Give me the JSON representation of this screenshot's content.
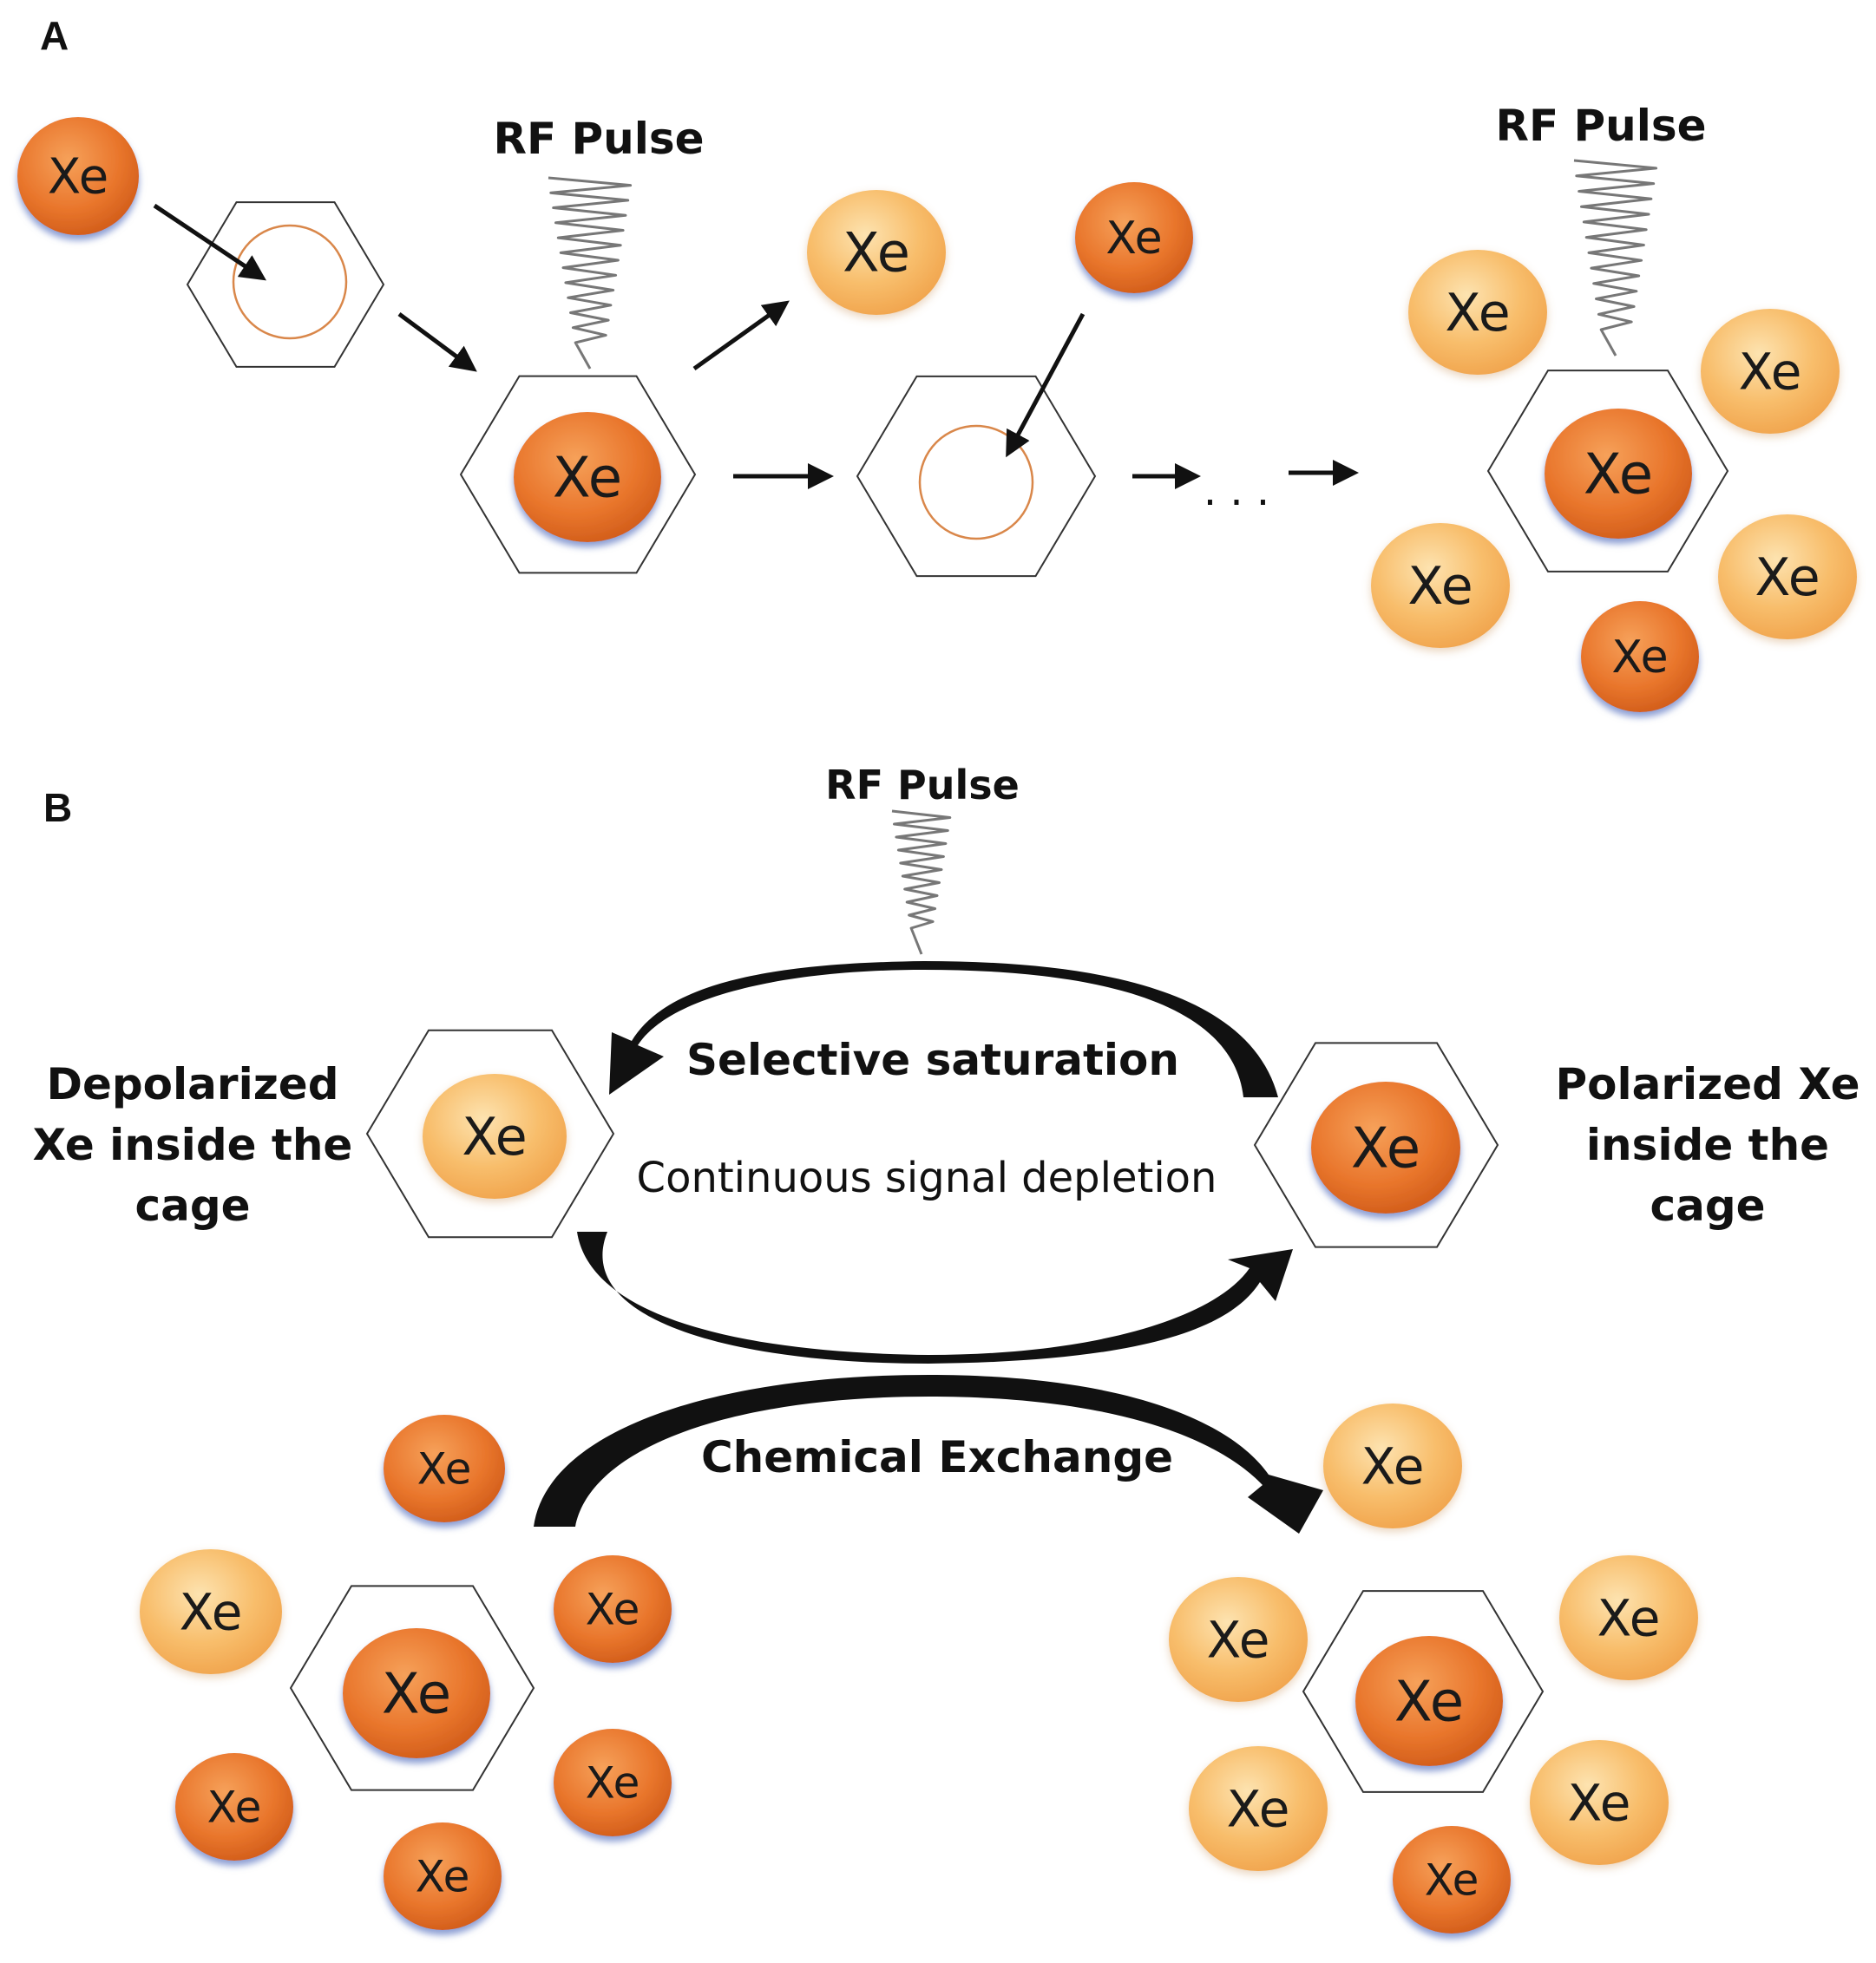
{
  "panels": {
    "a": "A",
    "b": "B"
  },
  "panel_a": {
    "rf_pulse_label_1": "RF Pulse",
    "rf_pulse_label_2": "RF Pulse",
    "ellipsis": "· · ·"
  },
  "panel_b": {
    "rf_pulse_label": "RF Pulse",
    "depolarized_label": "Depolarized Xe inside the cage",
    "polarized_label": "Polarized Xe inside the cage",
    "selective_saturation": "Selective saturation",
    "continuous_depletion": "Continuous signal depletion",
    "chemical_exchange": "Chemical Exchange"
  },
  "atom_label": "Xe",
  "colors": {
    "polarized_xe": "#e8742a",
    "depolarized_xe": "#f7b560",
    "cage_stroke": "#333333",
    "empty_cage_ring": "#d9874a",
    "arrow": "#111111",
    "rf_coil": "#777777"
  }
}
